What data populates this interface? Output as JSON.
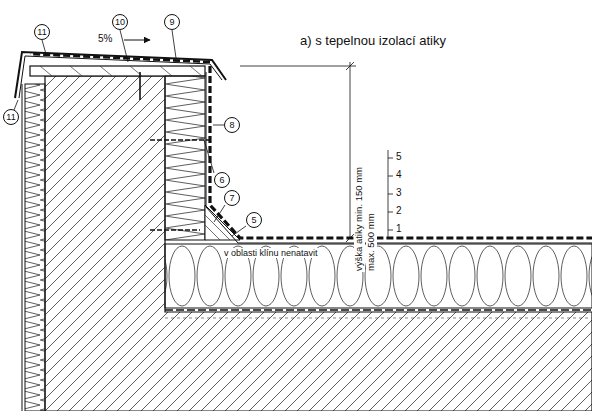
{
  "diagram": {
    "title": "a) s tepelnou izolací atiky",
    "labels": [
      "11",
      "10",
      "9",
      "5%",
      "8",
      "6",
      "7",
      "5",
      "11",
      "v oblasti klínu nenatavit",
      "výška atiky min. 150 mm",
      "max. 500 mm",
      "5",
      "4",
      "3",
      "2",
      "1"
    ]
  }
}
